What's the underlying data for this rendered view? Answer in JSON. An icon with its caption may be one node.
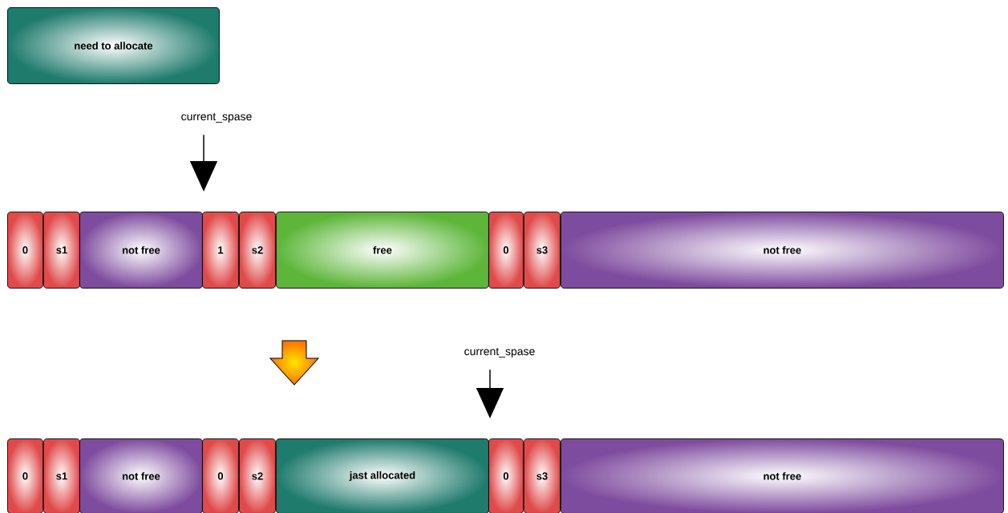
{
  "diagram": {
    "nodes": [
      {
        "text": [
          "need to allocate"
        ]
      },
      {
        "text": [
          "current_spase"
        ]
      },
      {
        "text": [
          "0"
        ]
      },
      {
        "text": [
          "s1"
        ]
      },
      {
        "text": [
          "not free"
        ]
      },
      {
        "text": [
          "1"
        ]
      },
      {
        "text": [
          "s2"
        ]
      },
      {
        "text": [
          "free"
        ]
      },
      {
        "text": [
          "0"
        ]
      },
      {
        "text": [
          "s3"
        ]
      },
      {
        "text": [
          "not free"
        ]
      },
      {
        "text": [
          "current_spase"
        ]
      },
      {
        "text": [
          "0"
        ]
      },
      {
        "text": [
          "s1"
        ]
      },
      {
        "text": [
          "not free"
        ]
      },
      {
        "text": [
          "0"
        ]
      },
      {
        "text": [
          "s2"
        ]
      },
      {
        "text": [
          "jast allocated"
        ]
      },
      {
        "text": [
          "0"
        ]
      },
      {
        "text": [
          "s3"
        ]
      },
      {
        "text": [
          "not free"
        ]
      }
    ],
    "edges": [
      {
        "from": 1,
        "to": 5,
        "arrow": "to"
      },
      {
        "from": 11,
        "to": 18,
        "arrow": "to"
      }
    ]
  }
}
